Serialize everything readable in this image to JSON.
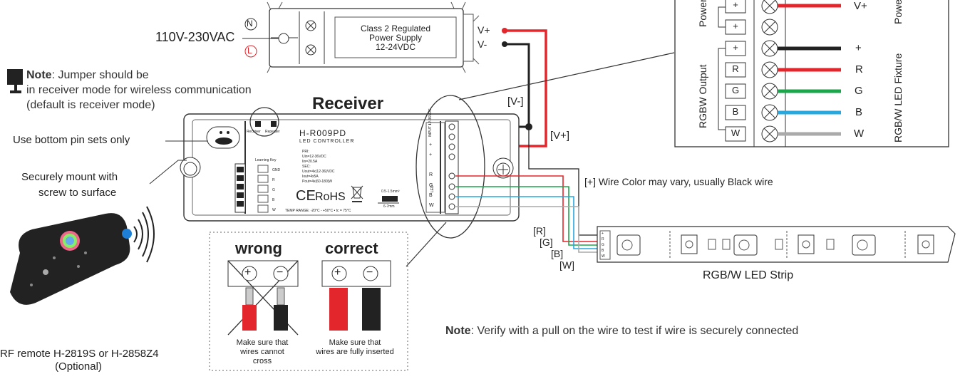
{
  "mains_label": "110V-230VAC",
  "psu": {
    "title_lines": [
      "Class 2 Regulated",
      "Power Supply",
      "12-24VDC"
    ],
    "neutral": "N",
    "line": "L",
    "vplus": "V+",
    "vminus": "V-"
  },
  "jumper_note": {
    "bold": "Note",
    "line1": ": Jumper should be",
    "line2": "in receiver mode for wireless communication",
    "line3": "(default is receiver mode)"
  },
  "receiver_title": "Receiver",
  "controller": {
    "model": "H-R009PD",
    "subtitle": "LED CONTROLLER",
    "specs": [
      "PRI:",
      "Uin=12-36VDC",
      "Iin=20.5A",
      "SEC:",
      "Uout=4x(12-36)VDC",
      "Iout=4x5A",
      "Pout=4x(60-180)W"
    ],
    "temp": "TEMP RANGE: -20°C - +50°C    • tc = 75°C",
    "jumper_labels": [
      "Receiver",
      "Repeater"
    ],
    "learning_key": "Learning Key",
    "rohs": "RoHS",
    "ce": "CE",
    "input_label": "INPUT 12-36VDC",
    "led_label": "LED",
    "wire_gauge": "0.5-1.5mm²",
    "strip_len": "6-7mm",
    "terminals_input": [
      "-",
      "-",
      "+",
      "+"
    ],
    "terminals_led": [
      "R",
      "G",
      "B",
      "W"
    ],
    "bottom_pins": [
      "GND",
      "R",
      "G",
      "B",
      "W"
    ]
  },
  "pin_note": "Use bottom pin sets only",
  "mount_note": [
    "Securely mount with",
    "screw to surface"
  ],
  "remote_label": [
    "RF remote H-2819S or H-2858Z4",
    "(Optional)"
  ],
  "wire_labels": {
    "vminus": "[V-]",
    "vplus": "[V+]",
    "r": "[R]",
    "g": "[G]",
    "b": "[B]",
    "w": "[W]"
  },
  "wire_color_note": "[+]  Wire Color may vary, usually Black wire",
  "strip_label": "RGB/W LED Strip",
  "strip_pins": [
    "+",
    "R",
    "G",
    "B",
    "W"
  ],
  "inset": {
    "power_label": "Power",
    "output_label": "RGBW Output",
    "fixture_label": "RGB/W LED Fixture",
    "power_right_label": "Power",
    "terminals": [
      "+",
      "+",
      "+",
      "R",
      "G",
      "B",
      "W"
    ],
    "wire_names": [
      "V+",
      "+",
      "R",
      "G",
      "B",
      "W"
    ]
  },
  "wrong_correct": {
    "wrong": "wrong",
    "correct": "correct",
    "plus": "+",
    "minus": "−",
    "wrong_caption": [
      "Make sure that",
      "wires cannot",
      "cross"
    ],
    "correct_caption": [
      "Make sure that",
      "wires are fully inserted"
    ]
  },
  "bottom_note": {
    "bold": "Note",
    "text": ": Verify with a pull on the wire to test if wire is securely connected"
  },
  "colors": {
    "red": "#e3262c",
    "green": "#1aa64a",
    "blue": "#27a8df",
    "white": "#aaaaaa",
    "black": "#222222"
  }
}
